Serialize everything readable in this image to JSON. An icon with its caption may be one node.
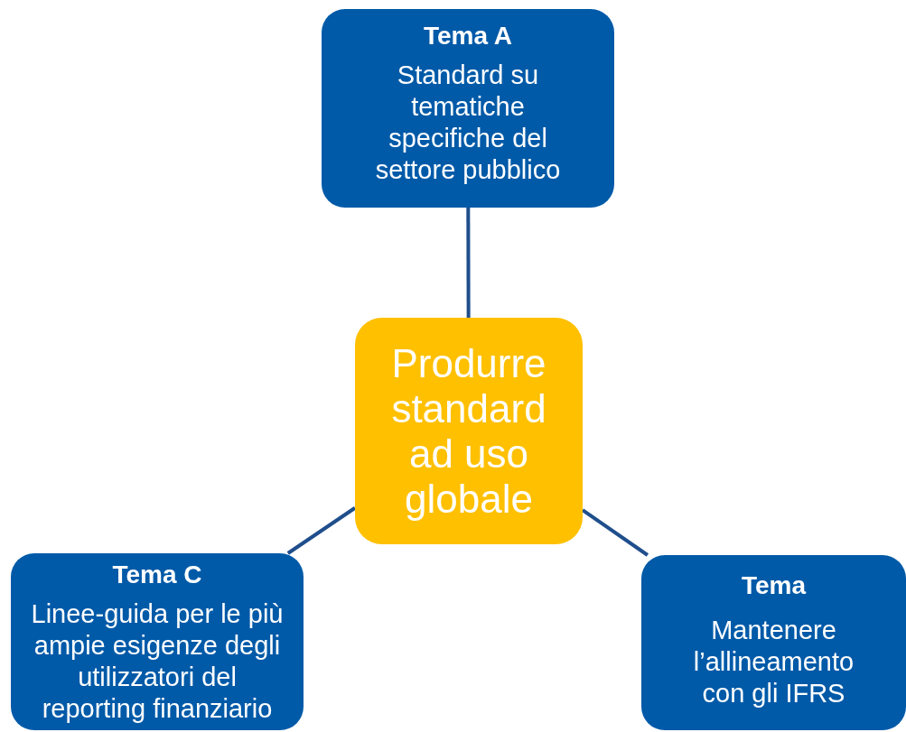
{
  "diagram": {
    "nodes": [
      {
        "text": [
          "Tema A",
          "Standard su tematiche specifiche del settore pubblico"
        ]
      },
      {
        "text": [
          "Produrre standard ad uso globale"
        ]
      },
      {
        "text": [
          "Tema C",
          "Linee-guida per le più ampie esigenze degli utilizzatori del reporting finanziario"
        ]
      },
      {
        "text": [
          "Tema",
          "Mantenere l’allineamento con gli IFRS"
        ]
      }
    ],
    "edges": [
      {
        "from": 1,
        "to": 0,
        "arrow": "none"
      },
      {
        "from": 1,
        "to": 2,
        "arrow": "none"
      },
      {
        "from": 1,
        "to": 3,
        "arrow": "none"
      }
    ]
  }
}
